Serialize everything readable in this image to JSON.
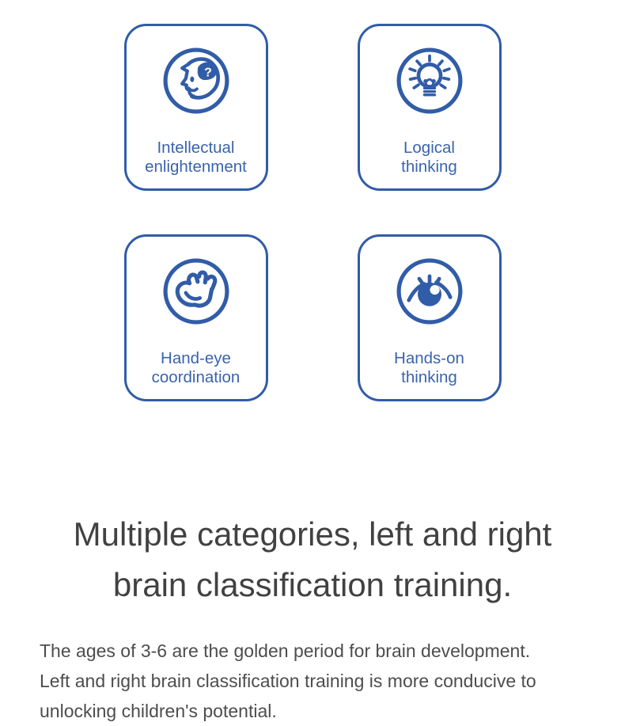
{
  "theme": {
    "accent_blue": "#315CA8",
    "label_blue": "#3A63AE",
    "heading_gray": "#414141",
    "body_gray": "#4D4D4D"
  },
  "cards": [
    {
      "icon": "head-brain-question-icon",
      "label": "Intellectual\nenlightenment"
    },
    {
      "icon": "lightbulb-icon",
      "label": "Logical\nthinking"
    },
    {
      "icon": "grabbing-hand-icon",
      "label": "Hand-eye\ncoordination"
    },
    {
      "icon": "eye-icon",
      "label": "Hands-on\nthinking"
    }
  ],
  "heading": "Multiple categories, left and right\nbrain classification training.",
  "paragraph": "The ages of 3-6 are the golden period for brain development.\nLeft and right brain classification training is more conducive to\nunlocking children's potential."
}
